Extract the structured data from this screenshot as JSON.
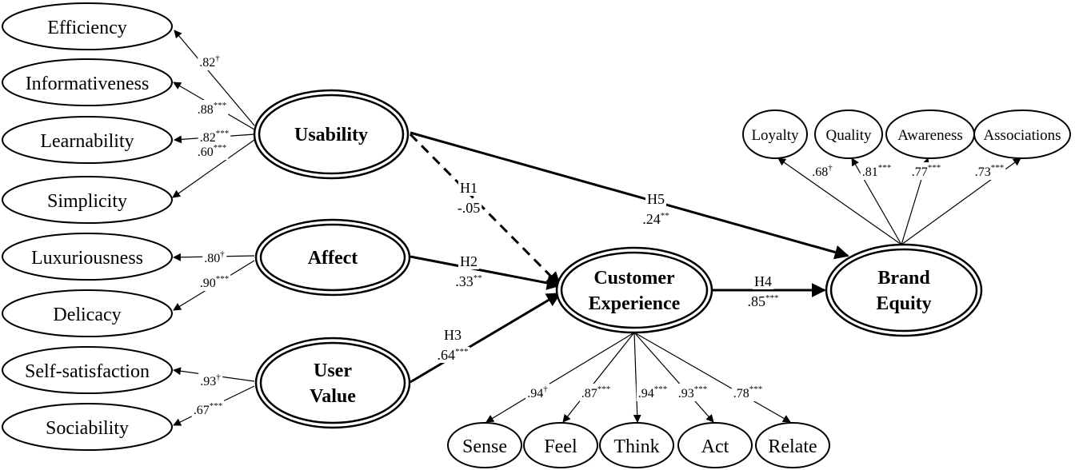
{
  "latents": [
    {
      "id": "usability",
      "lines": [
        "Usability"
      ]
    },
    {
      "id": "affect",
      "lines": [
        "Affect"
      ]
    },
    {
      "id": "user-value",
      "lines": [
        "User",
        "Value"
      ]
    },
    {
      "id": "customer-experience",
      "lines": [
        "Customer",
        "Experience"
      ]
    },
    {
      "id": "brand-equity",
      "lines": [
        "Brand",
        "Equity"
      ]
    }
  ],
  "indicators": [
    {
      "id": "efficiency",
      "label": "Efficiency",
      "factor": "usability",
      "loading": ".82",
      "sig": "†"
    },
    {
      "id": "informativeness",
      "label": "Informativeness",
      "factor": "usability",
      "loading": ".88",
      "sig": "***"
    },
    {
      "id": "learnability",
      "label": "Learnability",
      "factor": "usability",
      "loading": ".82",
      "sig": "***"
    },
    {
      "id": "simplicity",
      "label": "Simplicity",
      "factor": "usability",
      "loading": ".60",
      "sig": "***"
    },
    {
      "id": "luxuriousness",
      "label": "Luxuriousness",
      "factor": "affect",
      "loading": ".80",
      "sig": "†"
    },
    {
      "id": "delicacy",
      "label": "Delicacy",
      "factor": "affect",
      "loading": ".90",
      "sig": "***"
    },
    {
      "id": "self-satisfaction",
      "label": "Self-satisfaction",
      "factor": "user-value",
      "loading": ".93",
      "sig": "†"
    },
    {
      "id": "sociability",
      "label": "Sociability",
      "factor": "user-value",
      "loading": ".67",
      "sig": "***"
    },
    {
      "id": "sense",
      "label": "Sense",
      "factor": "customer-experience",
      "loading": ".94",
      "sig": "†"
    },
    {
      "id": "feel",
      "label": "Feel",
      "factor": "customer-experience",
      "loading": ".87",
      "sig": "***"
    },
    {
      "id": "think",
      "label": "Think",
      "factor": "customer-experience",
      "loading": ".94",
      "sig": "***"
    },
    {
      "id": "act",
      "label": "Act",
      "factor": "customer-experience",
      "loading": ".93",
      "sig": "***"
    },
    {
      "id": "relate",
      "label": "Relate",
      "factor": "customer-experience",
      "loading": ".78",
      "sig": "***"
    },
    {
      "id": "loyalty",
      "label": "Loyalty",
      "factor": "brand-equity",
      "loading": ".68",
      "sig": "†"
    },
    {
      "id": "quality",
      "label": "Quality",
      "factor": "brand-equity",
      "loading": ".81",
      "sig": "***"
    },
    {
      "id": "awareness",
      "label": "Awareness",
      "factor": "brand-equity",
      "loading": ".77",
      "sig": "***"
    },
    {
      "id": "associations",
      "label": "Associations",
      "factor": "brand-equity",
      "loading": ".73",
      "sig": "***"
    }
  ],
  "paths": [
    {
      "id": "h1",
      "from": "usability",
      "to": "customer-experience",
      "label": "H1",
      "coef": "-.05",
      "sig": "",
      "dashed": true
    },
    {
      "id": "h2",
      "from": "affect",
      "to": "customer-experience",
      "label": "H2",
      "coef": ".33",
      "sig": "**",
      "dashed": false
    },
    {
      "id": "h3",
      "from": "user-value",
      "to": "customer-experience",
      "label": "H3",
      "coef": ".64",
      "sig": "***",
      "dashed": false
    },
    {
      "id": "h4",
      "from": "customer-experience",
      "to": "brand-equity",
      "label": "H4",
      "coef": ".85",
      "sig": "***",
      "dashed": false
    },
    {
      "id": "h5",
      "from": "usability",
      "to": "brand-equity",
      "label": "H5",
      "coef": ".24",
      "sig": "**",
      "dashed": false
    }
  ]
}
